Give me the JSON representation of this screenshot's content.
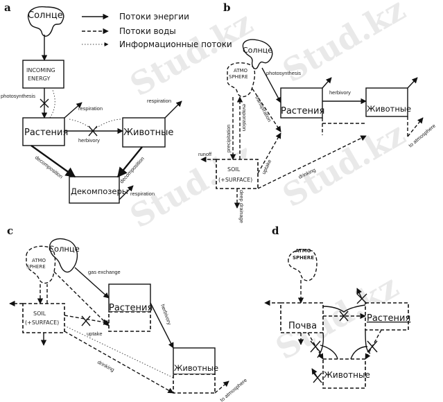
{
  "watermark": "Stud.kz",
  "legend": {
    "energy": "Потоки энергии",
    "water": "Потоки воды",
    "info": "Информационные потоки"
  },
  "panel_a": {
    "label": "a",
    "sun": "Солнце",
    "incoming_1": "INCOMING",
    "incoming_2": "ENERGY",
    "plants": "Растения",
    "animals": "Животные",
    "decomposers": "Декомпозеры",
    "photosynthesis": "photosynthesis",
    "respiration_plants": "respiration",
    "herbivory": "herbivory",
    "respiration_animals": "respiration",
    "decomposition_1": "decomposition",
    "decomposition_2": "decomposition",
    "respiration_decomposers": "respiration"
  },
  "panel_b": {
    "label": "b",
    "sun": "Солнце",
    "atmo_1": "ATMO",
    "atmo_2": "SPHERE",
    "plants": "Растения",
    "animals": "Животные",
    "soil_1": "SOIL",
    "soil_2": "(+SURFACE)",
    "photosynthesis": "photosynthesis",
    "herbivory": "herbivory",
    "transpiration": "transpiration",
    "evaporation": "evaporation",
    "precipitation": "precipitation",
    "runoff": "runoff",
    "uptake": "uptake",
    "drinking": "drinking",
    "deep_drainage": "deep drainage",
    "to_atmosphere": "to atmosphere"
  },
  "panel_c": {
    "label": "c",
    "sun": "Солнце",
    "atmo_1": "ATMO",
    "atmo_2": "SPHERE",
    "plants": "Растения",
    "animals": "Животные",
    "soil_1": "SOIL",
    "soil_2": "(+SURFACE)",
    "gas_exchange": "gas exchange",
    "herbivory": "herbivory",
    "uptake": "uptake",
    "drinking": "drinking",
    "to_atmosphere": "to atmosphere"
  },
  "panel_d": {
    "label": "d",
    "atmo_1": "ATMO-",
    "atmo_2": "SPHERE",
    "soil": "Почва",
    "plants": "Растения",
    "animals": "Животные"
  }
}
